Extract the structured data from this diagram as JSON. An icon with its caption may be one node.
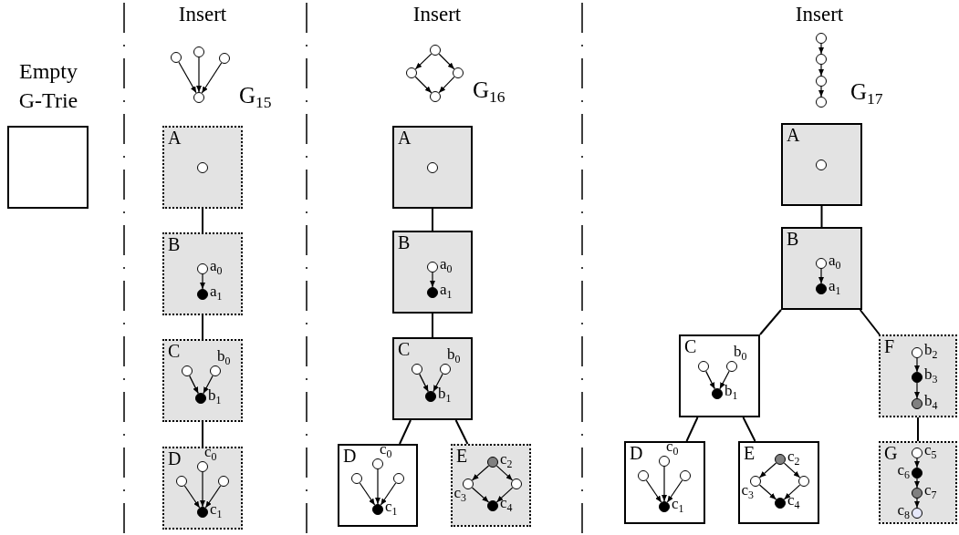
{
  "diagram": {
    "nodes": [
      {
        "text": [],
        "shape": "box"
      },
      {
        "text": [],
        "shape": "circle"
      },
      {
        "text": [],
        "shape": "circle"
      },
      {
        "text": [],
        "shape": "circle"
      },
      {
        "text": [],
        "shape": "circle"
      },
      {
        "text": [
          "A"
        ]
      },
      {
        "text": [],
        "shape": "circle",
        "in": 5
      },
      {
        "text": [
          "B"
        ]
      },
      {
        "text": [],
        "shape": "circle",
        "in": 7,
        "beside": [
          "a$_{0}$"
        ]
      },
      {
        "text": [],
        "shape": "circle",
        "in": 7,
        "beside": [
          "a$_{1}$"
        ]
      },
      {
        "text": [
          "C"
        ]
      },
      {
        "text": [],
        "shape": "circle",
        "in": 10
      },
      {
        "text": [],
        "shape": "circle",
        "in": 10,
        "beside": [
          "b$_{0}$"
        ]
      },
      {
        "text": [],
        "shape": "circle",
        "in": 10,
        "beside": [
          "b$_{1}$"
        ]
      },
      {
        "text": [
          "D"
        ]
      },
      {
        "text": [],
        "shape": "circle",
        "in": 14,
        "beside": [
          "c$_{0}$"
        ]
      },
      {
        "text": [],
        "shape": "circle",
        "in": 14
      },
      {
        "text": [],
        "shape": "circle",
        "in": 14
      },
      {
        "text": [],
        "shape": "circle",
        "in": 14,
        "beside": [
          "c$_{1}$"
        ]
      },
      {
        "text": [],
        "shape": "circle"
      },
      {
        "text": [],
        "shape": "circle"
      },
      {
        "text": [],
        "shape": "circle"
      },
      {
        "text": [],
        "shape": "circle"
      },
      {
        "text": [
          "A"
        ]
      },
      {
        "text": [],
        "shape": "circle",
        "in": 23
      },
      {
        "text": [
          "B"
        ]
      },
      {
        "text": [],
        "shape": "circle",
        "in": 25,
        "beside": [
          "a$_{0}$"
        ]
      },
      {
        "text": [],
        "shape": "circle",
        "in": 25,
        "beside": [
          "a$_{1}$"
        ]
      },
      {
        "text": [
          "C"
        ]
      },
      {
        "text": [],
        "shape": "circle",
        "in": 28
      },
      {
        "text": [],
        "shape": "circle",
        "in": 28,
        "beside": [
          "b$_{0}$"
        ]
      },
      {
        "text": [],
        "shape": "circle",
        "in": 28,
        "beside": [
          "b$_{1}$"
        ]
      },
      {
        "text": [
          "D"
        ]
      },
      {
        "text": [],
        "shape": "circle",
        "in": 32,
        "beside": [
          "c$_{0}$"
        ]
      },
      {
        "text": [],
        "shape": "circle",
        "in": 32
      },
      {
        "text": [],
        "shape": "circle",
        "in": 32
      },
      {
        "text": [],
        "shape": "circle",
        "in": 32,
        "beside": [
          "c$_{1}$"
        ]
      },
      {
        "text": [
          "E"
        ]
      },
      {
        "text": [],
        "shape": "circle",
        "in": 37,
        "beside": [
          "c$_{2}$"
        ]
      },
      {
        "text": [],
        "shape": "circle",
        "in": 37,
        "beside": [
          "c$_{3}$"
        ]
      },
      {
        "text": [],
        "shape": "circle",
        "in": 37
      },
      {
        "text": [],
        "shape": "circle",
        "in": 37,
        "beside": [
          "c$_{4}$"
        ]
      },
      {
        "text": [],
        "shape": "circle"
      },
      {
        "text": [],
        "shape": "circle"
      },
      {
        "text": [],
        "shape": "circle"
      },
      {
        "text": [],
        "shape": "circle"
      },
      {
        "text": [
          "A"
        ]
      },
      {
        "text": [],
        "shape": "circle",
        "in": 46
      },
      {
        "text": [
          "B"
        ]
      },
      {
        "text": [],
        "shape": "circle",
        "in": 48,
        "beside": [
          "a$_{0}$"
        ]
      },
      {
        "text": [],
        "shape": "circle",
        "in": 48,
        "beside": [
          "a$_{1}$"
        ]
      },
      {
        "text": [
          "C"
        ]
      },
      {
        "text": [],
        "shape": "circle",
        "in": 51
      },
      {
        "text": [],
        "shape": "circle",
        "in": 51,
        "beside": [
          "b$_{0}$"
        ]
      },
      {
        "text": [],
        "shape": "circle",
        "in": 51,
        "beside": [
          "b$_{1}$"
        ]
      },
      {
        "text": [
          "F"
        ]
      },
      {
        "text": [],
        "shape": "circle",
        "in": 55,
        "beside": [
          "b$_{2}$"
        ]
      },
      {
        "text": [],
        "shape": "circle",
        "in": 55,
        "beside": [
          "b$_{3}$"
        ]
      },
      {
        "text": [],
        "shape": "circle",
        "in": 55,
        "beside": [
          "b$_{4}$"
        ]
      },
      {
        "text": [
          "D"
        ]
      },
      {
        "text": [],
        "shape": "circle",
        "in": 59,
        "beside": [
          "c$_{0}$"
        ]
      },
      {
        "text": [],
        "shape": "circle",
        "in": 59
      },
      {
        "text": [],
        "shape": "circle",
        "in": 59
      },
      {
        "text": [],
        "shape": "circle",
        "in": 59,
        "beside": [
          "c$_{1}$"
        ]
      },
      {
        "text": [
          "E"
        ]
      },
      {
        "text": [],
        "shape": "circle",
        "in": 64,
        "beside": [
          "c$_{2}$"
        ]
      },
      {
        "text": [],
        "shape": "circle",
        "in": 64,
        "beside": [
          "c$_{3}$"
        ]
      },
      {
        "text": [],
        "shape": "circle",
        "in": 64
      },
      {
        "text": [],
        "shape": "circle",
        "in": 64,
        "beside": [
          "c$_{4}$"
        ]
      },
      {
        "text": [
          "G"
        ]
      },
      {
        "text": [],
        "shape": "circle",
        "in": 69,
        "beside": [
          "c$_{5}$"
        ]
      },
      {
        "text": [],
        "shape": "circle",
        "in": 69,
        "beside": [
          "c$_{6}$"
        ]
      },
      {
        "text": [],
        "shape": "circle",
        "in": 69,
        "beside": [
          "c$_{7}$"
        ]
      },
      {
        "text": [],
        "shape": "circle",
        "in": 69,
        "beside": [
          "c$_{8}$"
        ]
      }
    ],
    "edges": [
      {
        "from": 1,
        "to": 4,
        "arrow": "to"
      },
      {
        "from": 2,
        "to": 4,
        "arrow": "to"
      },
      {
        "from": 3,
        "to": 4,
        "arrow": "to"
      },
      {
        "from": 5,
        "to": 7,
        "arrow": "none"
      },
      {
        "from": 7,
        "to": 10,
        "arrow": "none"
      },
      {
        "from": 10,
        "to": 14,
        "arrow": "none"
      },
      {
        "from": 8,
        "to": 9,
        "arrow": "to"
      },
      {
        "from": 11,
        "to": 13,
        "arrow": "to"
      },
      {
        "from": 12,
        "to": 13,
        "arrow": "to"
      },
      {
        "from": 15,
        "to": 18,
        "arrow": "to"
      },
      {
        "from": 16,
        "to": 18,
        "arrow": "to"
      },
      {
        "from": 17,
        "to": 18,
        "arrow": "to"
      },
      {
        "from": 19,
        "to": 20,
        "arrow": "to"
      },
      {
        "from": 19,
        "to": 21,
        "arrow": "to"
      },
      {
        "from": 20,
        "to": 22,
        "arrow": "to"
      },
      {
        "from": 21,
        "to": 22,
        "arrow": "to"
      },
      {
        "from": 23,
        "to": 25,
        "arrow": "none"
      },
      {
        "from": 25,
        "to": 28,
        "arrow": "none"
      },
      {
        "from": 28,
        "to": 32,
        "arrow": "none"
      },
      {
        "from": 28,
        "to": 37,
        "arrow": "none"
      },
      {
        "from": 26,
        "to": 27,
        "arrow": "to"
      },
      {
        "from": 29,
        "to": 31,
        "arrow": "to"
      },
      {
        "from": 30,
        "to": 31,
        "arrow": "to"
      },
      {
        "from": 33,
        "to": 36,
        "arrow": "to"
      },
      {
        "from": 34,
        "to": 36,
        "arrow": "to"
      },
      {
        "from": 35,
        "to": 36,
        "arrow": "to"
      },
      {
        "from": 38,
        "to": 39,
        "arrow": "to"
      },
      {
        "from": 38,
        "to": 40,
        "arrow": "to"
      },
      {
        "from": 39,
        "to": 41,
        "arrow": "to"
      },
      {
        "from": 40,
        "to": 41,
        "arrow": "to"
      },
      {
        "from": 42,
        "to": 43,
        "arrow": "to"
      },
      {
        "from": 43,
        "to": 44,
        "arrow": "to"
      },
      {
        "from": 44,
        "to": 45,
        "arrow": "to"
      },
      {
        "from": 46,
        "to": 48,
        "arrow": "none"
      },
      {
        "from": 48,
        "to": 51,
        "arrow": "none"
      },
      {
        "from": 48,
        "to": 55,
        "arrow": "none"
      },
      {
        "from": 51,
        "to": 59,
        "arrow": "none"
      },
      {
        "from": 51,
        "to": 64,
        "arrow": "none"
      },
      {
        "from": 55,
        "to": 69,
        "arrow": "none"
      },
      {
        "from": 49,
        "to": 50,
        "arrow": "to"
      },
      {
        "from": 52,
        "to": 54,
        "arrow": "to"
      },
      {
        "from": 53,
        "to": 54,
        "arrow": "to"
      },
      {
        "from": 56,
        "to": 57,
        "arrow": "to"
      },
      {
        "from": 57,
        "to": 58,
        "arrow": "to"
      },
      {
        "from": 60,
        "to": 63,
        "arrow": "to"
      },
      {
        "from": 61,
        "to": 63,
        "arrow": "to"
      },
      {
        "from": 62,
        "to": 63,
        "arrow": "to"
      },
      {
        "from": 65,
        "to": 66,
        "arrow": "to"
      },
      {
        "from": 65,
        "to": 67,
        "arrow": "to"
      },
      {
        "from": 66,
        "to": 68,
        "arrow": "to"
      },
      {
        "from": 67,
        "to": 68,
        "arrow": "to"
      },
      {
        "from": 70,
        "to": 71,
        "arrow": "to"
      },
      {
        "from": 71,
        "to": 72,
        "arrow": "to"
      },
      {
        "from": 72,
        "to": 73,
        "arrow": "to"
      }
    ],
    "labels": [
      "Empty G-Trie",
      "Insert",
      "G$_{15}$",
      "Insert",
      "G$_{16}$",
      "Insert",
      "G$_{17}$"
    ]
  }
}
